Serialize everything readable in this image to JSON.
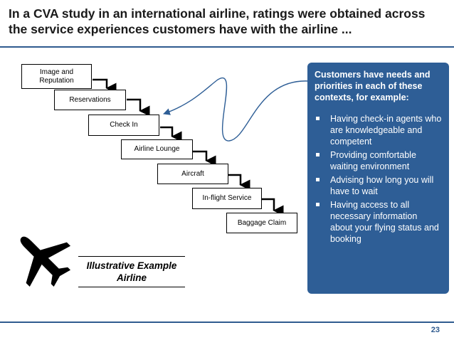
{
  "title": "In a CVA study in an international airline, ratings were obtained across the service experiences customers have with the airline ...",
  "steps": [
    {
      "line1": "Image and",
      "line2": "Reputation"
    },
    {
      "label": "Reservations"
    },
    {
      "label": "Check In"
    },
    {
      "label": "Airline Lounge"
    },
    {
      "label": "Aircraft"
    },
    {
      "label": "In-flight Service"
    },
    {
      "label": "Baggage Claim"
    }
  ],
  "callout": {
    "heading": "Customers have needs and priorities in each of these contexts, for example:",
    "bullets": [
      "Having check-in agents who are knowledgeable and competent",
      "Providing comfortable waiting environment",
      "Advising how long you will have to wait",
      "Having access to all necessary information about your flying status and booking"
    ]
  },
  "example": {
    "line1": "Illustrative Example",
    "line2": "Airline"
  },
  "page_number": "23",
  "icons": {
    "plane": "airplane-icon"
  },
  "colors": {
    "accent": "#2e5e96",
    "rule": "#2f5b8f"
  }
}
